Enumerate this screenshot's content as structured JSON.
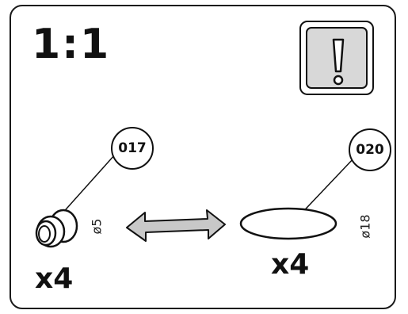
{
  "scale_label": "1:1",
  "warning": {
    "icon": "exclamation-icon"
  },
  "parts": [
    {
      "callout": "017",
      "diameter": "ø5",
      "quantity": "x4",
      "icon": "bushing-icon"
    },
    {
      "callout": "020",
      "diameter": "ø18",
      "quantity": "x4",
      "icon": "washer-icon"
    }
  ],
  "connector": {
    "icon": "double-arrow-icon"
  },
  "colors": {
    "line": "#111111",
    "fill_gray": "#c8c8c8"
  }
}
